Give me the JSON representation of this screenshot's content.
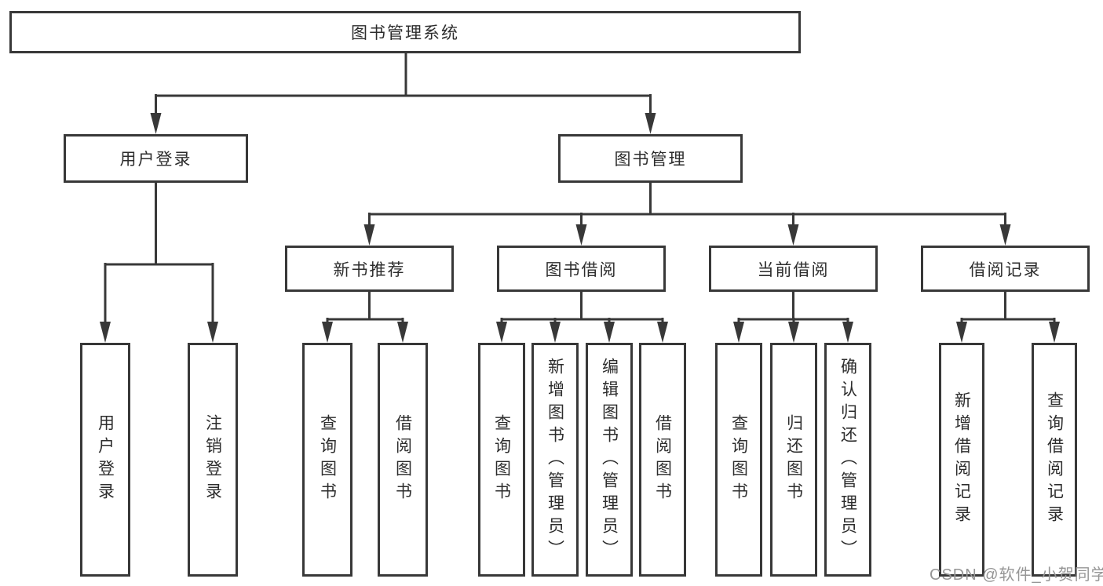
{
  "tree": {
    "label": "图书管理系统",
    "children": [
      {
        "label": "用户登录",
        "children": [
          {
            "label": "用户登录"
          },
          {
            "label": "注销登录"
          }
        ]
      },
      {
        "label": "图书管理",
        "children": [
          {
            "label": "新书推荐",
            "children": [
              {
                "label": "查询图书"
              },
              {
                "label": "借阅图书"
              }
            ]
          },
          {
            "label": "图书借阅",
            "children": [
              {
                "label": "查询图书"
              },
              {
                "label": "新增图书（管理员）"
              },
              {
                "label": "编辑图书（管理员）"
              },
              {
                "label": "借阅图书"
              }
            ]
          },
          {
            "label": "当前借阅",
            "children": [
              {
                "label": "查询图书"
              },
              {
                "label": "归还图书"
              },
              {
                "label": "确认归还（管理员）"
              }
            ]
          },
          {
            "label": "借阅记录",
            "children": [
              {
                "label": "新增借阅记录"
              },
              {
                "label": "查询借阅记录"
              }
            ]
          }
        ]
      }
    ]
  },
  "watermark": {
    "text": "CSDN @软件_小贺同学"
  },
  "colors": {
    "line": "#383838",
    "text": "#2d2d2d",
    "background": "#ffffff",
    "watermark": "#969696"
  }
}
